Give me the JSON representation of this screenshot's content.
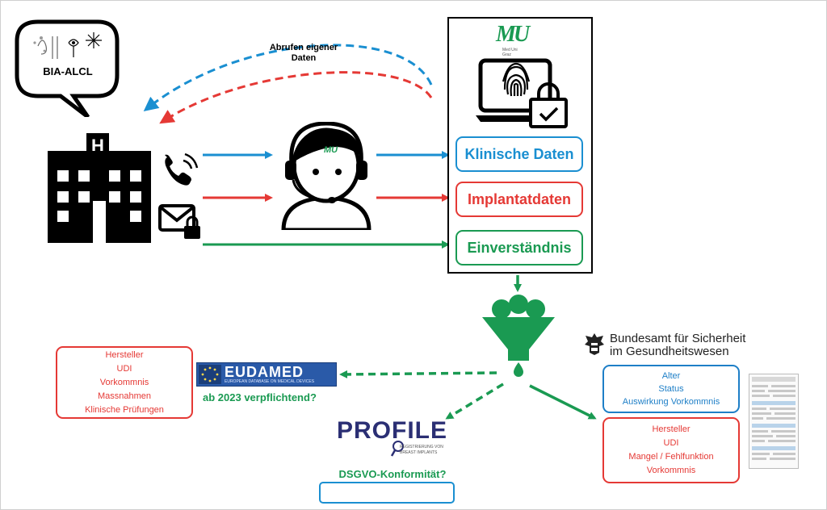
{
  "colors": {
    "blue": "#1a8fd1",
    "red": "#e53935",
    "green": "#1a9a52",
    "black": "#000000",
    "bfg_blue": "#1e7fc7"
  },
  "bubble": {
    "label": "BIA-ALCL"
  },
  "arrow_top": {
    "label_lines": [
      "Abrufen eigener",
      "Daten"
    ]
  },
  "logo": {
    "mark": "MU",
    "line1": "Med Uni",
    "line2": "Graz"
  },
  "data_boxes": [
    {
      "label": "Klinische Daten",
      "color": "#1a8fd1"
    },
    {
      "label": "Implantatdaten",
      "color": "#e53935"
    },
    {
      "label": "Einverständnis",
      "color": "#1a9a52"
    }
  ],
  "eudamed": {
    "title": "EUDAMED",
    "subtitle": "EUROPEAN DATABASE ON MEDICAL DEVICES",
    "question": "ab 2023 verpflichtend?",
    "items": [
      "Hersteller",
      "UDI",
      "Vorkommnis",
      "Massnahmen",
      "Klinische Prüfungen"
    ]
  },
  "profile": {
    "title": "PROFILE",
    "tag1": "REGISTRIERUNG VON",
    "tag2": "BREAST IMPLANTS",
    "question": "DSGVO-Konformität?"
  },
  "bfg": {
    "line1": "Bundesamt für Sicherheit",
    "line2": "im Gesundheitswesen",
    "blue_items": [
      "Alter",
      "Status",
      "Auswirkung Vorkommnis"
    ],
    "red_items": [
      "Hersteller",
      "UDI",
      "Mangel / Fehlfunktion",
      "Vorkommnis"
    ]
  },
  "icons": {
    "bubble": "speech-bubble-icon",
    "hospital": "hospital-icon",
    "phone": "phone-icon",
    "mail": "envelope-lock-icon",
    "agent": "headset-agent-icon",
    "laptop": "laptop-fingerprint-icon",
    "funnel": "funnel-icon",
    "eagle": "austrian-eagle-icon",
    "form": "form-document-icon"
  }
}
